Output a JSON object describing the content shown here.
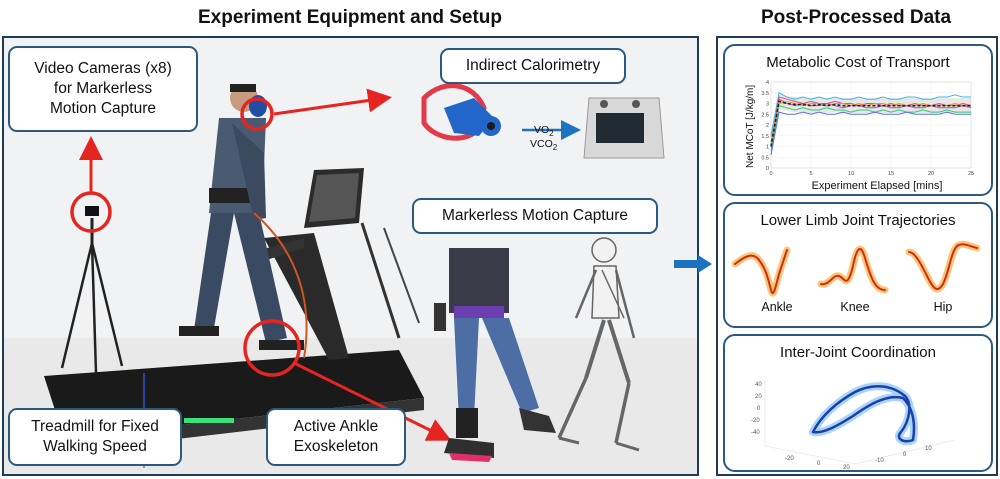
{
  "titles": {
    "setup": "Experiment Equipment and Setup",
    "processed": "Post-Processed Data"
  },
  "labels": {
    "cameras": [
      "Video Cameras (x8)",
      "for Markerless",
      "Motion Capture"
    ],
    "calorimetry": "Indirect Calorimetry",
    "motion_capture": "Markerless Motion Capture",
    "treadmill": [
      "Treadmill for Fixed",
      "Walking Speed"
    ],
    "exoskeleton": [
      "Active Ankle",
      "Exoskeleton"
    ]
  },
  "gases": {
    "vo2": "VO",
    "vco2": "VCO",
    "sub": "2"
  },
  "cards": {
    "metabolic": {
      "title": "Metabolic Cost of Transport",
      "ylabel": "Net MCoT [J/kg/m]",
      "xlabel": "Experiment Elapsed [mins]"
    },
    "joints": {
      "title": "Lower Limb Joint Trajectories",
      "ankle": "Ankle",
      "knee": "Knee",
      "hip": "Hip"
    },
    "coordination": {
      "title": "Inter-Joint Coordination"
    }
  },
  "chart_data": {
    "type": "line",
    "title": "Metabolic Cost of Transport",
    "xlabel": "Experiment Elapsed [mins]",
    "ylabel": "Net MCoT [J/kg/m]",
    "x": [
      0,
      1,
      2,
      3,
      4,
      5,
      6,
      7,
      8,
      9,
      10,
      11,
      12,
      13,
      14,
      15,
      16,
      17,
      18,
      19,
      20,
      21,
      22,
      23,
      24,
      25
    ],
    "xlim": [
      0,
      25
    ],
    "ylim": [
      0,
      4
    ],
    "xticks": [
      0,
      5,
      10,
      15,
      20,
      25
    ],
    "yticks": [
      0,
      0.5,
      1,
      1.5,
      2,
      2.5,
      3,
      3.5,
      4
    ],
    "series": [
      {
        "color": "#9b59b6",
        "values": [
          1.2,
          3.2,
          3.0,
          2.9,
          3.0,
          2.9,
          2.9,
          3.0,
          2.9,
          2.8,
          2.9,
          2.9,
          2.8,
          2.8,
          2.9,
          2.8,
          2.8,
          2.9,
          2.8,
          2.8,
          2.9,
          2.8,
          2.8,
          2.8,
          2.9,
          2.8
        ]
      },
      {
        "color": "#3fb5e8",
        "values": [
          1.5,
          3.5,
          3.3,
          3.2,
          3.3,
          3.2,
          3.3,
          3.2,
          3.3,
          3.2,
          3.2,
          3.3,
          3.2,
          3.2,
          3.3,
          3.2,
          3.2,
          3.3,
          3.3,
          3.2,
          3.2,
          3.3,
          3.3,
          3.4,
          3.3,
          3.3
        ]
      },
      {
        "color": "#e64a7a",
        "values": [
          1.0,
          3.3,
          3.2,
          3.1,
          3.0,
          3.1,
          3.0,
          3.0,
          3.1,
          3.0,
          3.0,
          2.9,
          3.0,
          3.0,
          2.9,
          3.0,
          2.9,
          2.9,
          3.0,
          2.9,
          2.9,
          3.0,
          2.9,
          2.9,
          3.0,
          2.9
        ]
      },
      {
        "color": "#2ecc71",
        "values": [
          0.8,
          2.9,
          2.8,
          2.7,
          2.8,
          2.7,
          2.7,
          2.8,
          2.7,
          2.7,
          2.6,
          2.7,
          2.7,
          2.6,
          2.7,
          2.6,
          2.7,
          2.6,
          2.6,
          2.7,
          2.6,
          2.6,
          2.7,
          2.6,
          2.6,
          2.6
        ]
      },
      {
        "color": "#f39c12",
        "values": [
          1.1,
          3.0,
          3.1,
          3.0,
          2.9,
          3.0,
          3.0,
          2.9,
          3.0,
          3.0,
          2.9,
          3.0,
          2.9,
          3.0,
          3.0,
          2.9,
          3.0,
          2.9,
          2.9,
          3.0,
          2.9,
          2.9,
          2.9,
          3.0,
          2.9,
          2.9
        ]
      },
      {
        "color": "#5b6ee1",
        "values": [
          0.6,
          2.6,
          2.5,
          2.5,
          2.6,
          2.5,
          2.6,
          2.5,
          2.5,
          2.6,
          2.5,
          2.5,
          2.5,
          2.6,
          2.5,
          2.5,
          2.5,
          2.6,
          2.5,
          2.5,
          2.5,
          2.5,
          2.6,
          2.5,
          2.5,
          2.5
        ]
      },
      {
        "color": "#222222",
        "dashed": true,
        "values": [
          1.0,
          3.1,
          3.0,
          2.95,
          2.95,
          2.9,
          2.95,
          2.9,
          2.95,
          2.9,
          2.9,
          2.9,
          2.9,
          2.9,
          2.9,
          2.9,
          2.9,
          2.9,
          2.9,
          2.9,
          2.9,
          2.9,
          2.9,
          2.9,
          2.9,
          2.9
        ]
      }
    ]
  },
  "colors": {
    "border": "#2c5a7e",
    "arrow": "#e52521",
    "flow_arrow": "#1e72c2"
  }
}
